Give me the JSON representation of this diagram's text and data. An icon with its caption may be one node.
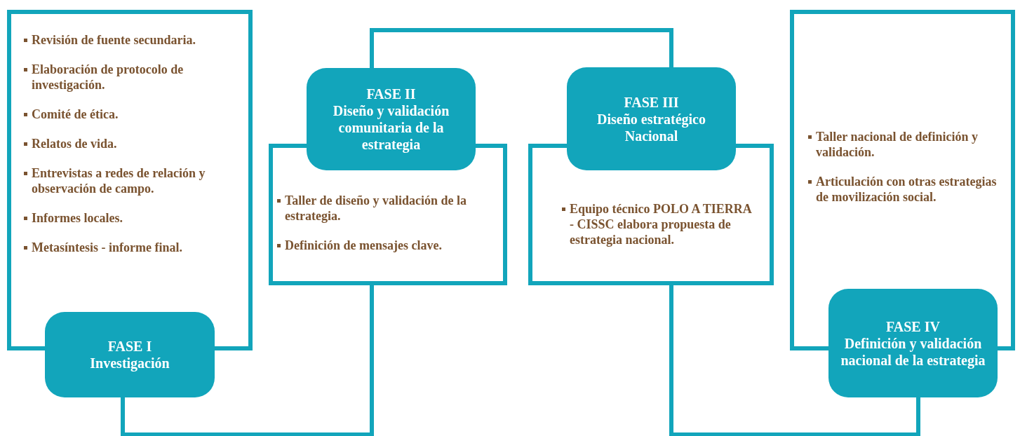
{
  "diagram": {
    "nodes": [
      {
        "text": [
          "Revisión de fuente secundaria.",
          "Elaboración de protocolo de investigación.",
          "Comité de ética.",
          "Relatos de vida.",
          "Entrevistas a  redes de relación y observación de campo.",
          "Informes locales.",
          "Metasíntesis - informe final."
        ]
      },
      {
        "text": [
          "FASE I",
          "Investigación"
        ]
      },
      {
        "text": [
          "FASE II",
          "Diseño y validación comunitaria de la estrategia"
        ]
      },
      {
        "text": [
          "Taller de diseño y validación de la estrategia.",
          "Definición de mensajes clave."
        ]
      },
      {
        "text": [
          "FASE III",
          "Diseño estratégico Nacional"
        ]
      },
      {
        "text": [
          "Equipo técnico POLO A TIERRA - CISSC elabora propuesta de estrategia nacional."
        ]
      },
      {
        "text": [
          "Taller nacional de definición y validación.",
          "Articulación con otras estrategias de movilización social."
        ]
      },
      {
        "text": [
          "FASE IV",
          "Definición y validación nacional de la estrategia"
        ]
      }
    ],
    "edges": [
      {
        "from": 1,
        "to": 3,
        "arrow": "none"
      },
      {
        "from": 2,
        "to": 4,
        "arrow": "none"
      },
      {
        "from": 5,
        "to": 7,
        "arrow": "none"
      }
    ]
  }
}
